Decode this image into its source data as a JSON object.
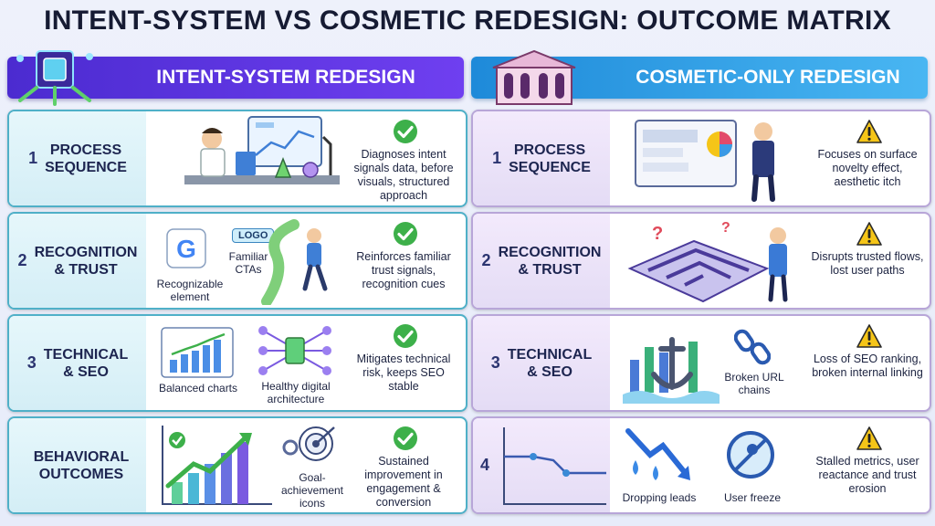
{
  "title": "INTENT-SYSTEM VS COSMETIC REDESIGN: OUTCOME MATRIX",
  "colors": {
    "intent_accent": "#5a33e0",
    "cosmetic_accent": "#2a9ae6",
    "check": "#3db04a",
    "warning": "#f5c518"
  },
  "left": {
    "banner": "INTENT-SYSTEM REDESIGN",
    "rows": [
      {
        "num": "1",
        "label_a": "PROCESS",
        "label_b": "SEQUENCE",
        "desc": "Diagnoses intent signals data, before visuals, structured approach",
        "icon": "scientist-icon"
      },
      {
        "num": "2",
        "label_a": "RECOGNITION",
        "label_b": "& TRUST",
        "desc": "Reinforces familiar trust signals, recognition cues",
        "caption_1": "Recognizable element",
        "caption_2": "Familiar CTAs",
        "logo_text": "LOGO",
        "g_letter": "G"
      },
      {
        "num": "3",
        "label_a": "TECHNICAL",
        "label_b": "& SEO",
        "desc": "Mitigates technical risk, keeps SEO stable",
        "caption_1": "Balanced charts",
        "caption_2": "Healthy digital architecture"
      },
      {
        "num": "",
        "label_a": "BEHAVIORAL",
        "label_b": "OUTCOMES",
        "desc": "Sustained improvement in engagement & conversion",
        "caption_1": "Goal-achievement icons"
      }
    ]
  },
  "right": {
    "banner": "COSMETIC-ONLY REDESIGN",
    "rows": [
      {
        "num": "1",
        "label_a": "PROCESS",
        "label_b": "SEQUENCE",
        "desc": "Focuses on surface novelty effect, aesthetic itch"
      },
      {
        "num": "2",
        "label_a": "RECOGNITION",
        "label_b": "& TRUST",
        "desc": "Disrupts trusted flows, lost user paths"
      },
      {
        "num": "3",
        "label_a": "TECHNICAL",
        "label_b": "& SEO",
        "desc": "Loss of SEO ranking, broken internal linking",
        "caption_1": "Broken URL chains"
      },
      {
        "num": "4",
        "label_a": "",
        "label_b": "",
        "desc": "Stalled metrics, user reactance and trust erosion",
        "caption_1": "Dropping leads",
        "caption_2": "User freeze"
      }
    ]
  }
}
